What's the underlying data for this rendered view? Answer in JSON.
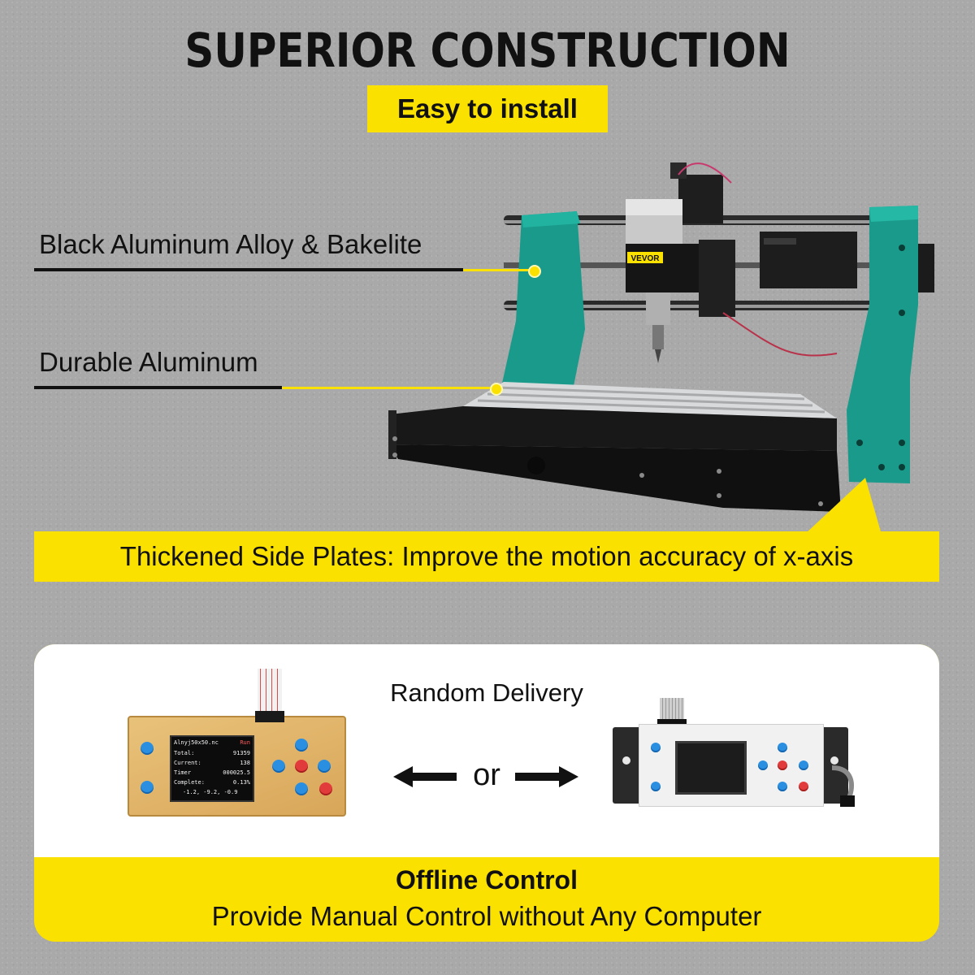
{
  "header": {
    "title": "SUPERIOR CONSTRUCTION",
    "subtitle": "Easy to install"
  },
  "callouts": {
    "top": "Black Aluminum Alloy & Bakelite",
    "middle": "Durable Aluminum"
  },
  "banner": {
    "text": "Thickened Side Plates: Improve the motion accuracy of x-axis"
  },
  "machine": {
    "brand": "VEVOR"
  },
  "offline": {
    "delivery": "Random Delivery",
    "or": "or",
    "title": "Offline Control",
    "description": "Provide Manual Control without Any Computer"
  },
  "controller_left": {
    "filename": "Alnyj50x50.nc",
    "status": "Run",
    "rows": [
      {
        "label": "Total:",
        "value": "91359"
      },
      {
        "label": "Current:",
        "value": "138"
      },
      {
        "label": "Timer",
        "value": "000025.5"
      },
      {
        "label": "Complete:",
        "value": "0.13%"
      }
    ],
    "coords": "-1.2, -9.2, -0.9"
  },
  "colors": {
    "accent_yellow": "#fbe100",
    "frame_teal": "#1a9a8a",
    "background_gray": "#a9a9a9"
  }
}
